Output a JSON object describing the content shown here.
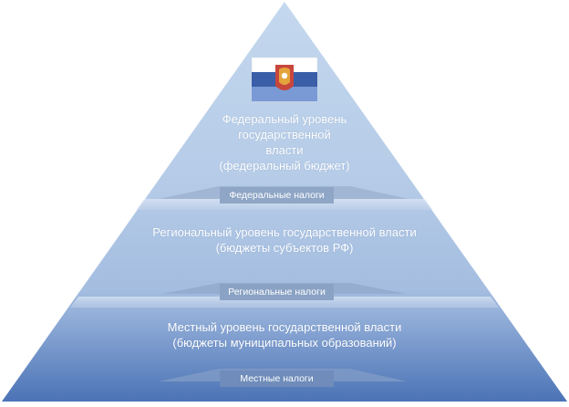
{
  "levels": {
    "federal": {
      "line1": "Федеральный уровень",
      "line2": "государственной",
      "line3": "власти",
      "line4": "(федеральный бюджет)",
      "tax_label": "Федеральные налоги"
    },
    "regional": {
      "line1": "Региональный уровень государственной власти",
      "line2": "(бюджеты субъектов РФ)",
      "tax_label": "Региональные налоги"
    },
    "local": {
      "line1": "Местный уровень государственной власти",
      "line2": "(бюджеты муниципальных образований)",
      "tax_label": "Местные налоги"
    }
  },
  "colors": {
    "apex": "#c4d8ee",
    "middle": "#a9c2e2",
    "base": "#4e76b8",
    "band": "#dbe6f4",
    "tax_box": "#8fa6c6",
    "emblem_red": "#c8463c",
    "emblem_blue": "#3b5ea8"
  },
  "icons": {
    "emblem": "russian-coat-of-arms-flag-icon"
  }
}
